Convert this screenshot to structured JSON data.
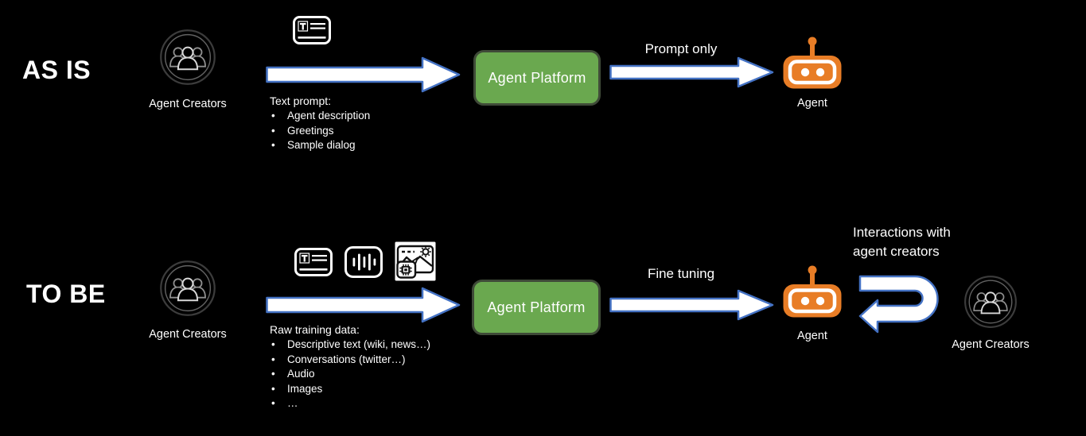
{
  "slide": {
    "colors": {
      "background": "#000000",
      "arrow_fill": "#ffffff",
      "arrow_outline": "#4472c4",
      "platform_green": "#6aa84f",
      "robot_orange": "#e87d26",
      "text": "#ffffff"
    },
    "icons": {
      "agent_creators": "people-group-circle-icon",
      "text_prompt": "text-document-icon",
      "audio": "audio-waveform-icon",
      "image": "picture-ai-chip-icon",
      "agent": "robot-head-icon",
      "flow_arrow": "right-arrow",
      "feedback_arrow": "u-turn-left-arrow"
    },
    "rows": {
      "as_is": {
        "label": "AS IS",
        "creators": {
          "label": "Agent Creators"
        },
        "note": {
          "title": "Text prompt:",
          "bullets": [
            "Agent description",
            "Greetings",
            "Sample dialog"
          ]
        },
        "platform": {
          "label": "Agent Platform"
        },
        "flow_label": "Prompt only",
        "agent": {
          "label": "Agent"
        }
      },
      "to_be": {
        "label": "TO BE",
        "creators": {
          "label": "Agent Creators"
        },
        "note": {
          "title": "Raw training data:",
          "bullets": [
            "Descriptive text (wiki, news…)",
            "Conversations (twitter…)",
            "Audio",
            "Images",
            "…"
          ]
        },
        "platform": {
          "label": "Agent Platform"
        },
        "flow_label": "Fine tuning",
        "agent": {
          "label": "Agent"
        },
        "feedback": {
          "line1": "Interactions with",
          "line2": "agent creators",
          "creators": {
            "label": "Agent Creators"
          }
        }
      }
    }
  }
}
